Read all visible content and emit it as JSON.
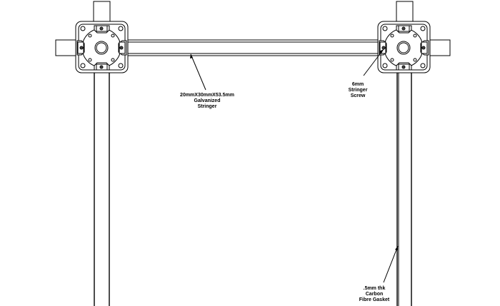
{
  "labels": {
    "stringer": {
      "lines": [
        "20mmX30mmX53.5mm",
        "Galvanized",
        "Stringer"
      ]
    },
    "screw": {
      "lines": [
        "6mm",
        "Stringer",
        "Screw"
      ]
    },
    "gasket": {
      "lines": [
        ".5mm thk",
        "Carbon",
        "Fibre Gasket"
      ]
    }
  },
  "colors": {
    "line": "#000000",
    "background": "#ffffff"
  }
}
